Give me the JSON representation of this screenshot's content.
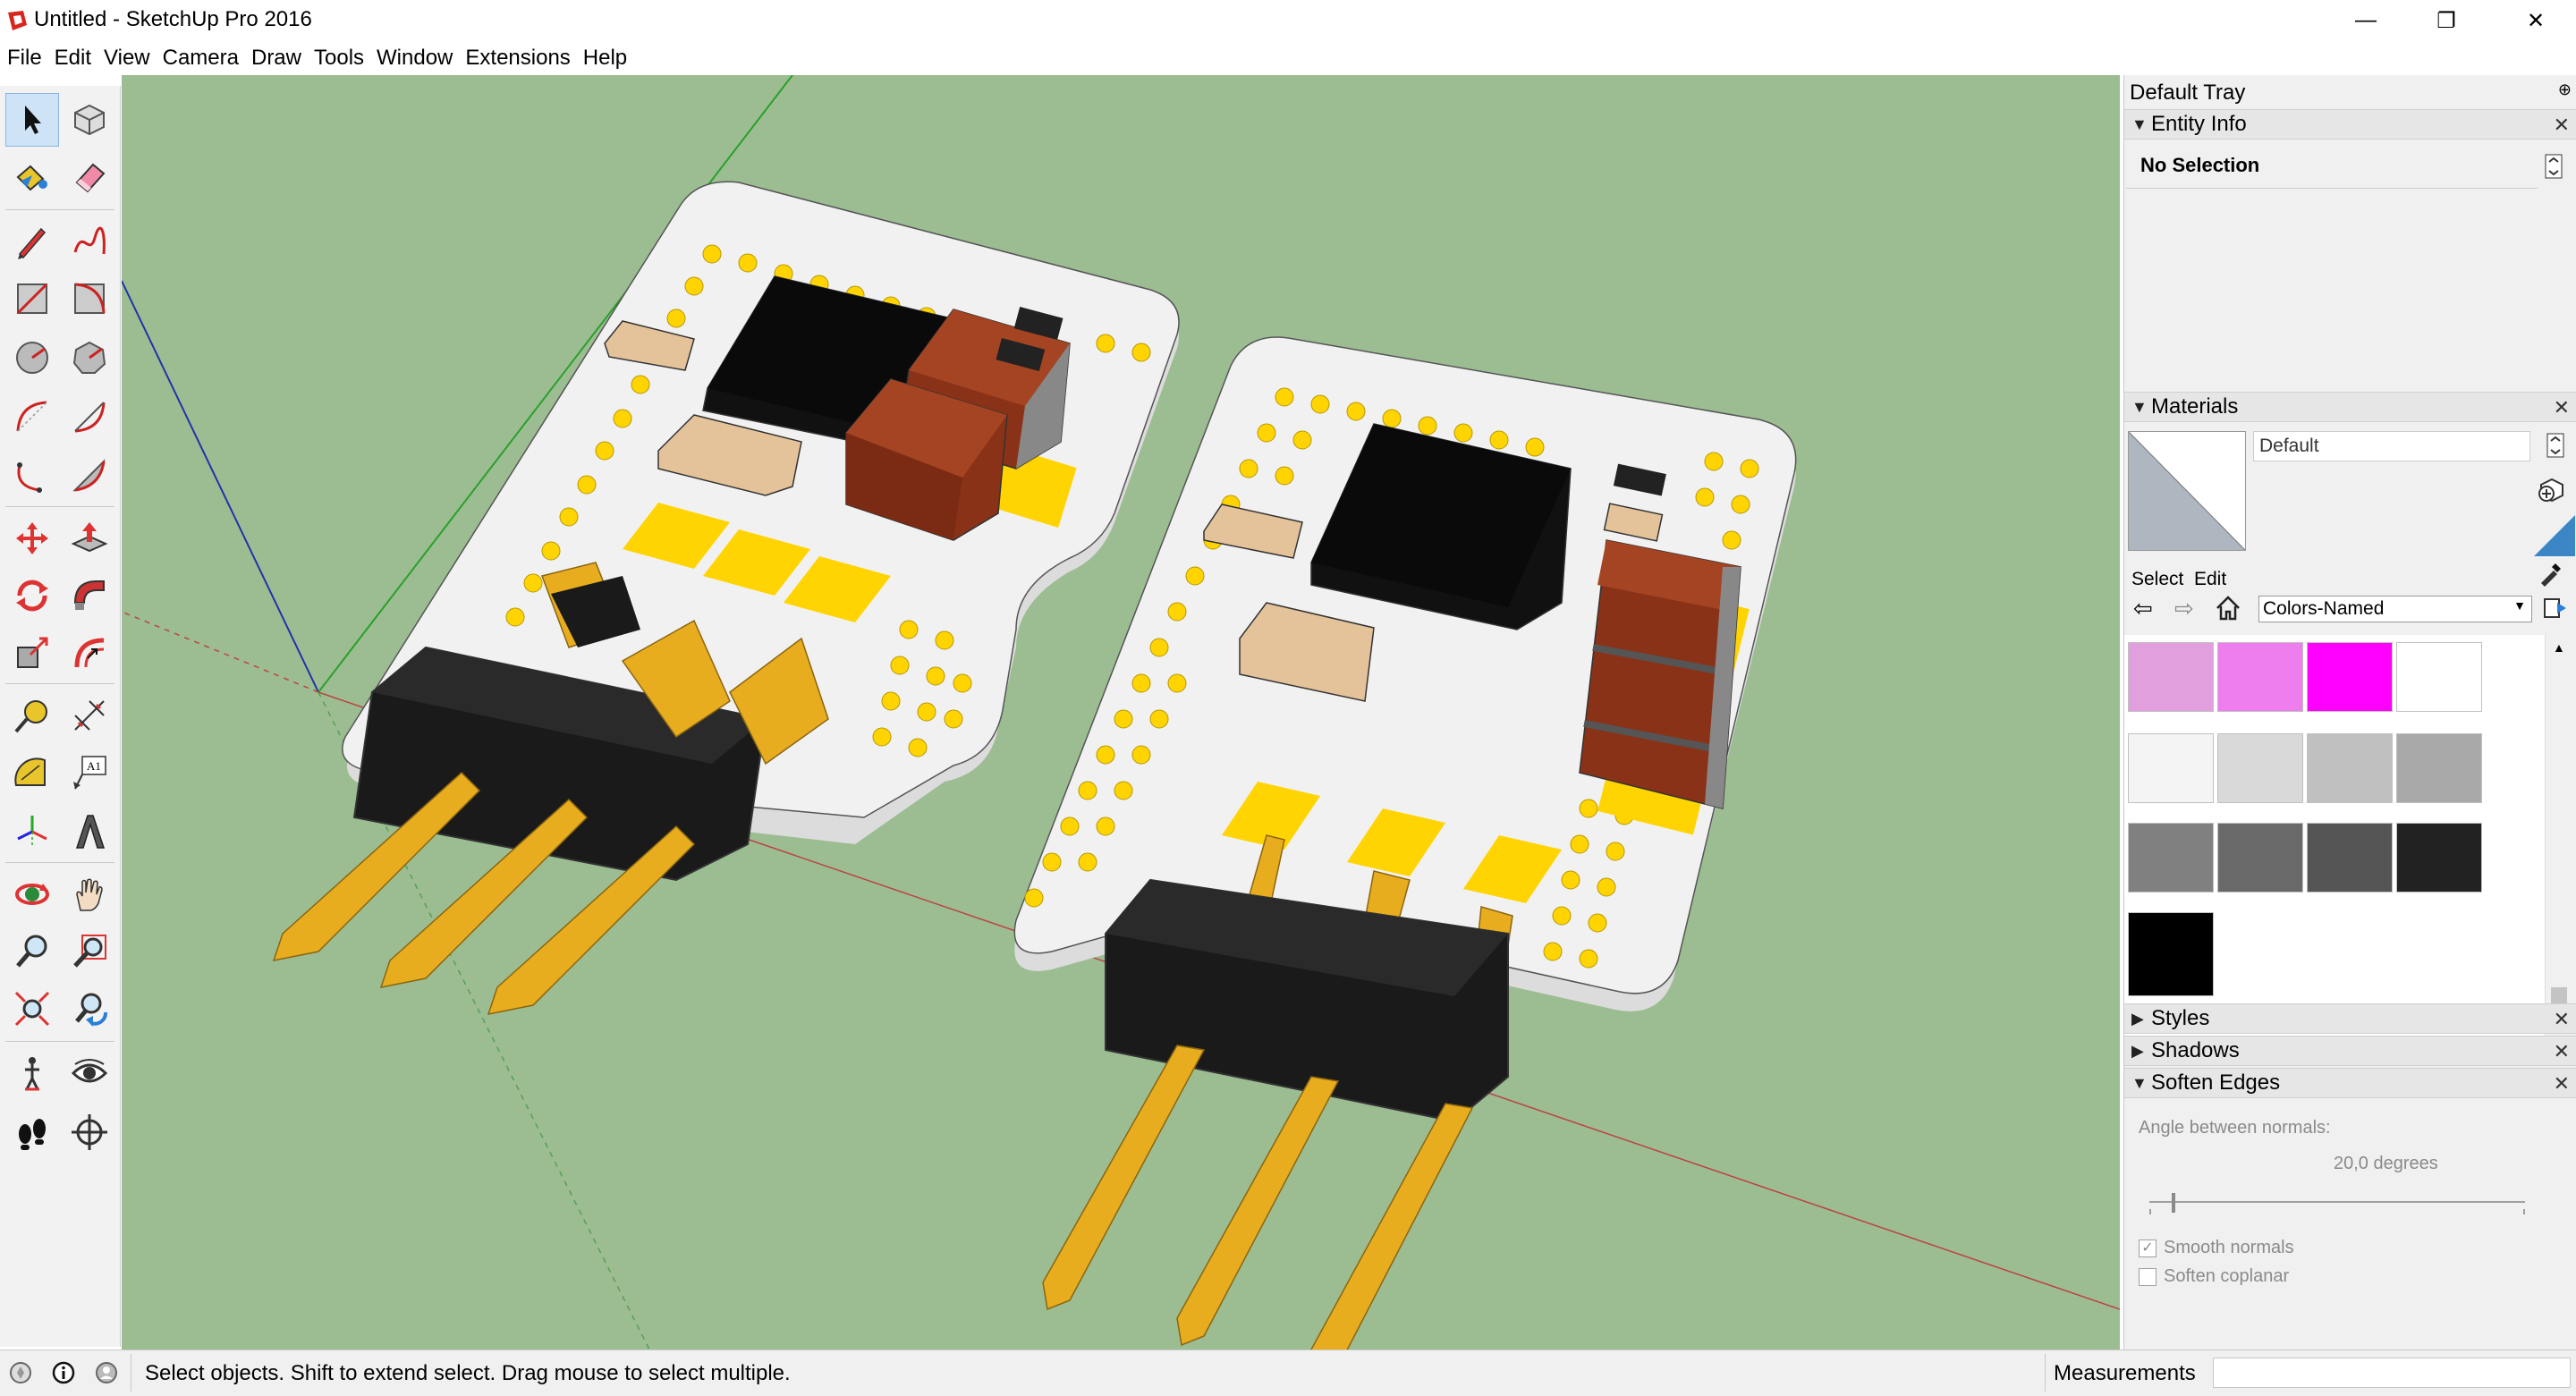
{
  "window": {
    "title": "Untitled - SketchUp Pro 2016",
    "controls": {
      "minimize": "—",
      "restore": "❐",
      "close": "✕"
    }
  },
  "menu": [
    "File",
    "Edit",
    "View",
    "Camera",
    "Draw",
    "Tools",
    "Window",
    "Extensions",
    "Help"
  ],
  "toolbar": {
    "tools": [
      "select",
      "make-component",
      "paint-bucket",
      "eraser",
      "line",
      "freehand",
      "rectangle",
      "rotated-rectangle",
      "circle",
      "polygon",
      "arc",
      "two-point-arc",
      "three-point-arc",
      "pie",
      "move",
      "push-pull",
      "rotate",
      "follow-me",
      "scale",
      "offset",
      "tape-measure",
      "dimension",
      "protractor",
      "text",
      "axes",
      "3d-text",
      "orbit",
      "pan",
      "zoom",
      "zoom-window",
      "zoom-extents",
      "previous-view",
      "position-camera",
      "look-around",
      "walk",
      "section-plane"
    ],
    "text_tool_label": "A1"
  },
  "tray": {
    "title": "Default Tray",
    "entity_info": {
      "header": "Entity Info",
      "selection": "No Selection"
    },
    "materials": {
      "header": "Materials",
      "current_name": "Default",
      "tabs": {
        "select": "Select",
        "edit": "Edit"
      },
      "library": "Colors-Named",
      "swatches": [
        "#e29fdd",
        "#ee7ded",
        "#ff00ff",
        "#ffffff",
        "#f4f4f4",
        "#d9d9d9",
        "#c0c0c0",
        "#a9a9a9",
        "#808080",
        "#696969",
        "#555555",
        "#222222",
        "#000000"
      ]
    },
    "styles": {
      "header": "Styles"
    },
    "shadows": {
      "header": "Shadows"
    },
    "soften_edges": {
      "header": "Soften Edges",
      "angle_label": "Angle between normals:",
      "angle_value": "20,0  degrees",
      "angle_fraction": 0.06,
      "smooth_normals": "Smooth normals",
      "smooth_normals_checked": true,
      "soften_coplanar": "Soften coplanar",
      "soften_coplanar_checked": false
    }
  },
  "status": {
    "hint": "Select objects. Shift to extend select. Drag mouse to select multiple.",
    "measurements_label": "Measurements",
    "measurements_value": ""
  },
  "colors": {
    "viewport_ground": "#9cbd92",
    "pcb": "#eeeeee",
    "pad": "#ffd400",
    "header_pin": "#e8ad1e",
    "header_body": "#1a1a1a",
    "capacitor": "#9a3a1a"
  }
}
